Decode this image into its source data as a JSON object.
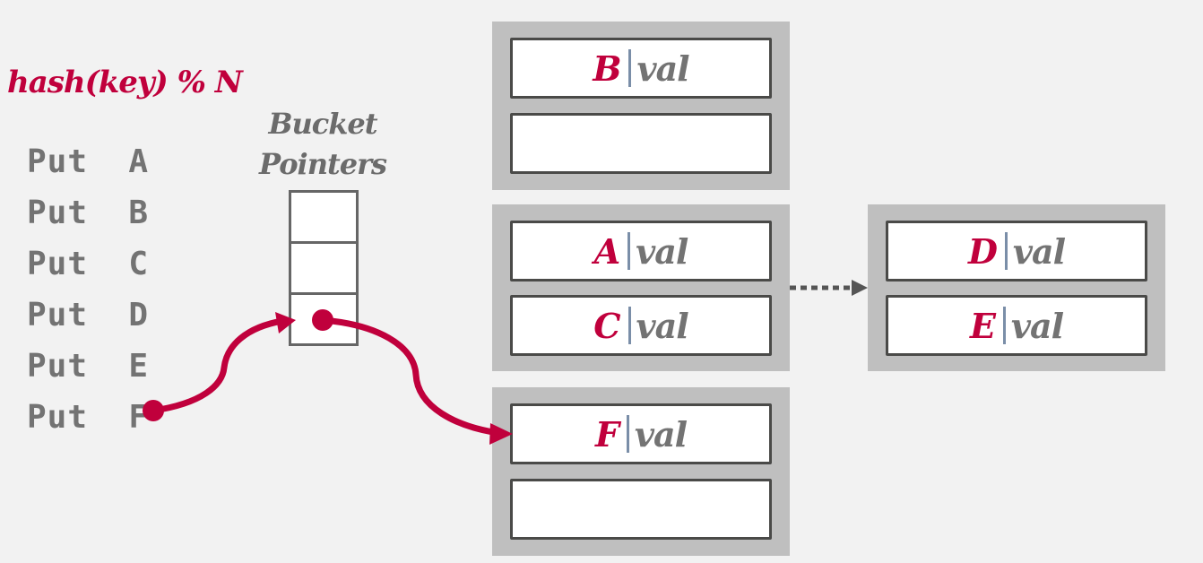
{
  "title": "hash(key) % N",
  "bucket_pointers_label": [
    "Bucket",
    "Pointers"
  ],
  "operations": [
    "Put  A",
    "Put  B",
    "Put  C",
    "Put  D",
    "Put  E",
    "Put  F"
  ],
  "bucket_pointer_count": 3,
  "buckets": [
    {
      "id": "bucket-0",
      "slots": [
        {
          "key": "B",
          "value": "val"
        },
        {
          "key": "",
          "value": ""
        }
      ]
    },
    {
      "id": "bucket-1",
      "slots": [
        {
          "key": "A",
          "value": "val"
        },
        {
          "key": "C",
          "value": "val"
        }
      ],
      "overflow": "bucket-1-overflow"
    },
    {
      "id": "bucket-1-overflow",
      "slots": [
        {
          "key": "D",
          "value": "val"
        },
        {
          "key": "E",
          "value": "val"
        }
      ]
    },
    {
      "id": "bucket-2",
      "slots": [
        {
          "key": "F",
          "value": "val"
        },
        {
          "key": "",
          "value": ""
        }
      ]
    }
  ],
  "colors": {
    "accent": "#c0003c",
    "text_gray": "#737373",
    "bucket_bg": "#bfbfbf",
    "background": "#f2f2f2",
    "separator": "#7a8ea8"
  }
}
